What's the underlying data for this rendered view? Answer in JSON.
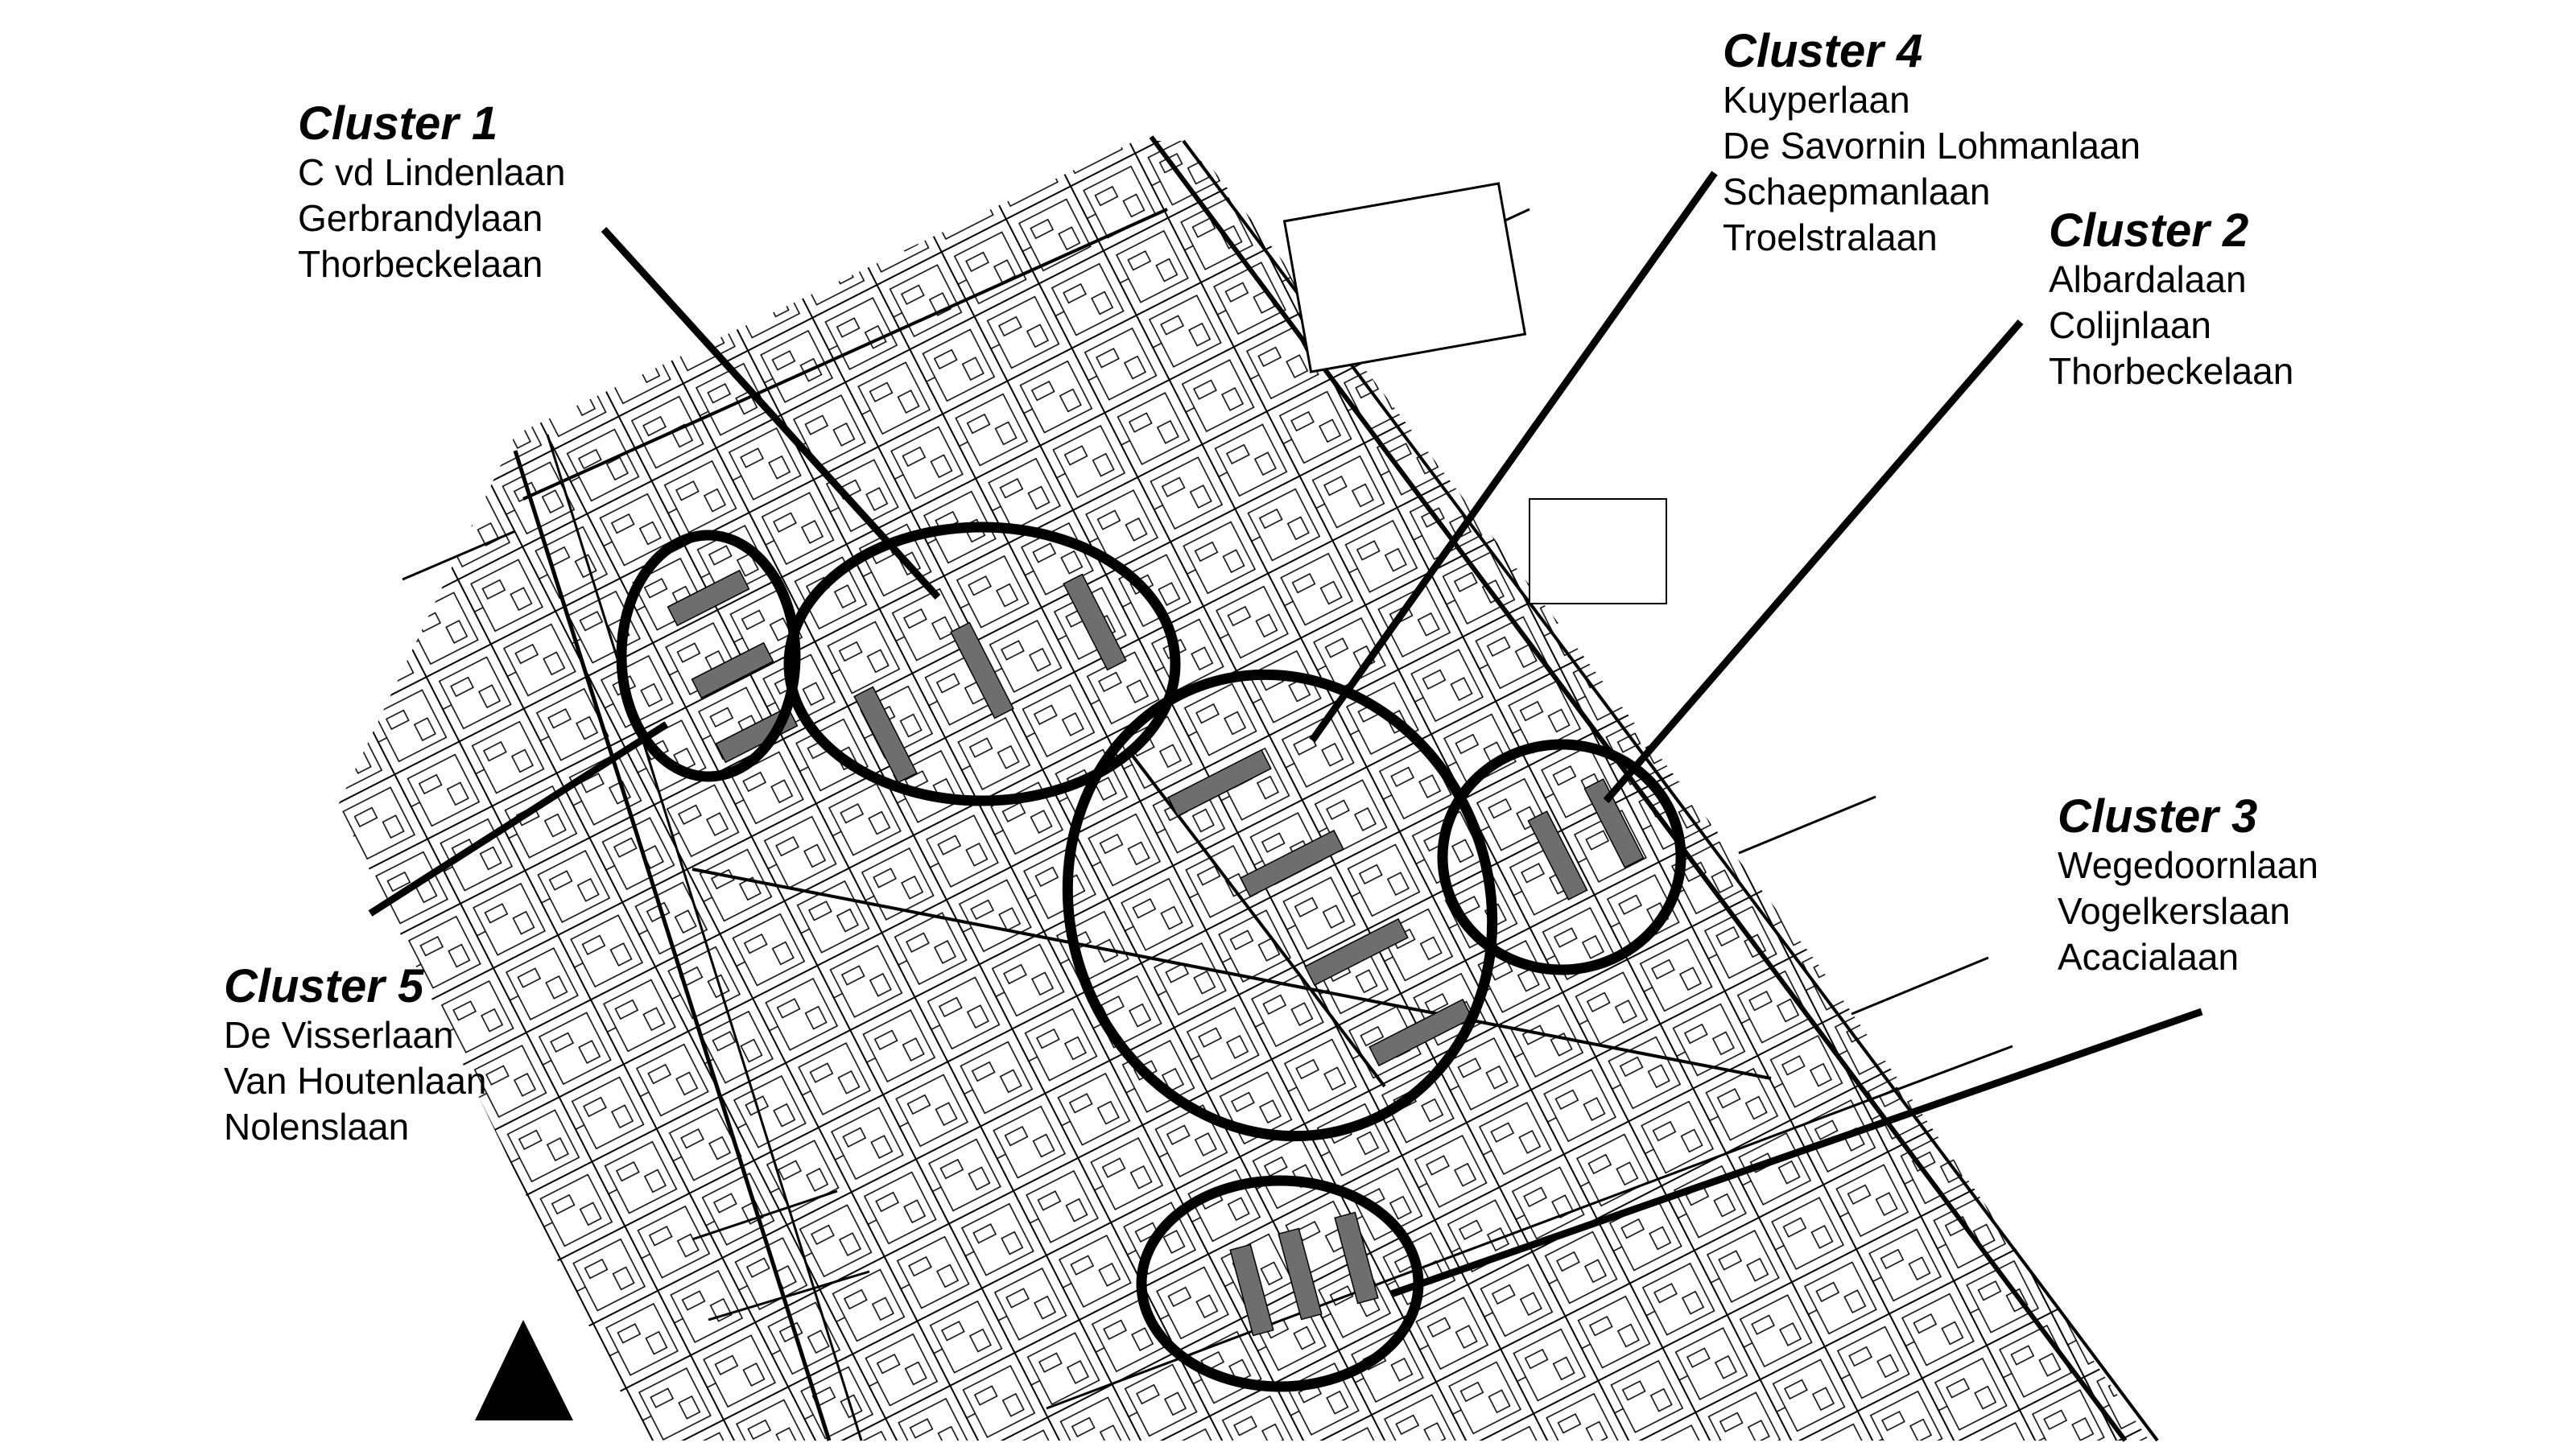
{
  "clusters": {
    "c1": {
      "title": "Cluster 1",
      "streets": [
        "C vd Lindenlaan",
        "Gerbrandylaan",
        "Thorbeckelaan"
      ]
    },
    "c2": {
      "title": "Cluster 2",
      "streets": [
        "Albardalaan",
        "Colijnlaan",
        "Thorbeckelaan"
      ]
    },
    "c3": {
      "title": "Cluster 3",
      "streets": [
        "Wegedoornlaan",
        "Vogelkerslaan",
        "Acacialaan"
      ]
    },
    "c4": {
      "title": "Cluster 4",
      "streets": [
        "Kuyperlaan",
        "De Savornin Lohmanlaan",
        "Schaepmanlaan",
        "Troelstralaan"
      ]
    },
    "c5": {
      "title": "Cluster 5",
      "streets": [
        "De Visserlaan",
        "Van Houtenlaan",
        "Nolenslaan"
      ]
    }
  },
  "colors": {
    "ink": "#000000",
    "building_fill": "#6e6e6e",
    "paper": "#ffffff"
  },
  "icons": {
    "north_arrow": "north-arrow-icon"
  }
}
